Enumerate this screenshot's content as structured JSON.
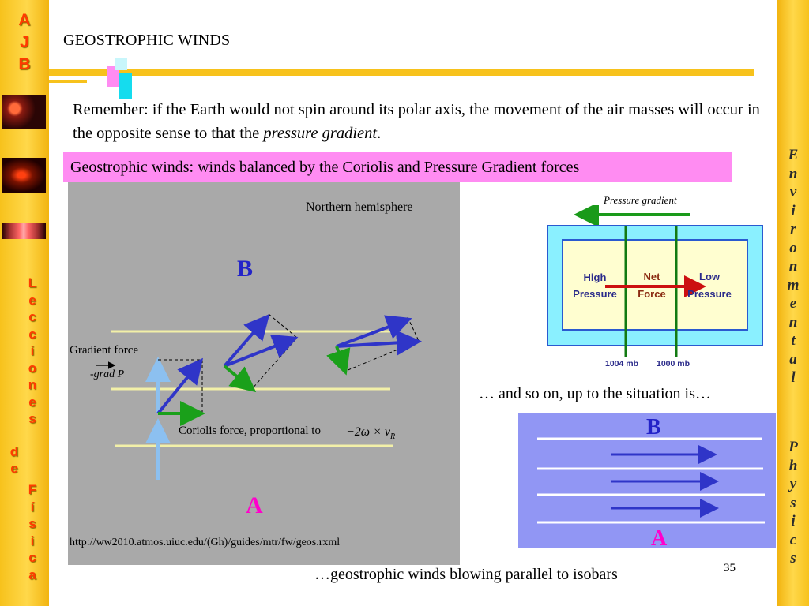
{
  "sidebar_left": {
    "top_letters": [
      "A",
      "J",
      "B"
    ],
    "lower_letters": [
      "L",
      "e",
      "c",
      "c",
      "i",
      "o",
      "n",
      "e",
      "s"
    ],
    "de_letters": [
      "d",
      "e"
    ],
    "fisica_letters": [
      "F",
      "í",
      "s",
      "i",
      "c",
      "a"
    ]
  },
  "sidebar_right": {
    "word1": [
      "E",
      "n",
      "v",
      "i",
      "r",
      "o",
      "n",
      "m",
      "e",
      "n",
      "t",
      "a",
      "l"
    ],
    "word2": [
      "P",
      "h",
      "y",
      "s",
      "i",
      "c",
      "s"
    ]
  },
  "slide": {
    "title": "GEOSTROPHIC WINDS",
    "intro_main": "Remember: if the Earth would not spin around its polar axis, the movement of the air masses will occur in the opposite sense to that the ",
    "intro_emph": "pressure gradient",
    "intro_end": ".",
    "banner": "Geostrophic winds: winds balanced by the Coriolis and Pressure Gradient forces",
    "and_so_on": "… and so on, up to the situation is…",
    "bottom_caption": "…geostrophic winds blowing parallel to isobars",
    "page_number": "35"
  },
  "diagram_left": {
    "hemisphere": "Northern hemisphere",
    "label_b": "B",
    "label_a": "A",
    "gradient_force": "Gradient force",
    "grad_p": "-grad P",
    "coriolis_force": "Coriolis force, proportional to",
    "formula": "−2ω × v",
    "formula_sub": "R",
    "url": "http://ww2010.atmos.uiuc.edu/(Gh)/guides/mtr/fw/geos.rxml"
  },
  "diagram_pressure": {
    "title": "Pressure gradient",
    "high_1": "High",
    "high_2": "Pressure",
    "net_1": "Net",
    "net_2": "Force",
    "low_1": "Low",
    "low_2": "Pressure",
    "isobar_1": "1004 mb",
    "isobar_2": "1000 mb"
  },
  "diagram_right": {
    "label_b": "B",
    "label_a": "A"
  },
  "colors": {
    "side_bar": "#f7c21c",
    "banner": "#ff8cf2",
    "gray_panel": "#a9a9a9",
    "blue_panel": "#9196f4",
    "wind_arrow": "#2f35c8",
    "coriolis_arrow": "#1aa01a",
    "gradient_arrow": "#8cc0f0",
    "label_b": "#2323c8",
    "label_a": "#ff00cc"
  }
}
